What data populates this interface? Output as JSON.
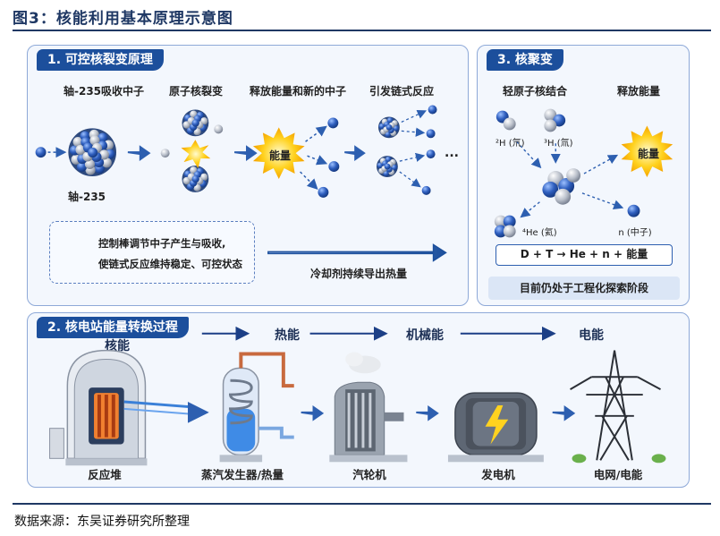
{
  "figure_title": "图3：核能利用基本原理示意图",
  "fission": {
    "tag": "1. 可控核裂变原理",
    "steps": [
      "轴-235吸收中子",
      "原子核裂变",
      "释放能量和新的中子",
      "引发链式反应"
    ],
    "u235_label": "轴-235",
    "energy_label": "能量",
    "ellipsis": "...",
    "control_line1": "控制棒调节中子产生与吸收,",
    "control_line2": "使链式反应维持稳定、可控状态",
    "coolant": "冷却剂持续导出热量"
  },
  "fusion": {
    "tag": "3. 核聚变",
    "steps": [
      "轻原子核结合",
      "释放能量"
    ],
    "h2": "²H (氘)",
    "h3": "³H (氚)",
    "he4": "⁴He (氦)",
    "neutron": "n (中子)",
    "energy_label": "能量",
    "equation": "D + T  →  He + n + 能量",
    "status": "目前仍处于工程化探索阶段"
  },
  "plant": {
    "tag": "2. 核电站能量转换过程",
    "stages": [
      "核能",
      "热能",
      "机械能",
      "电能"
    ],
    "components": [
      "反应堆",
      "蒸汽发生器/热量",
      "汽轮机",
      "发电机",
      "电网/电能"
    ]
  },
  "source": "数据来源：东吴证券研究所整理",
  "colors": {
    "brand": "#1f3864",
    "accent": "#1c4f9c",
    "panel_bg": "#f3f7fd",
    "energy": "#ffd21f"
  }
}
